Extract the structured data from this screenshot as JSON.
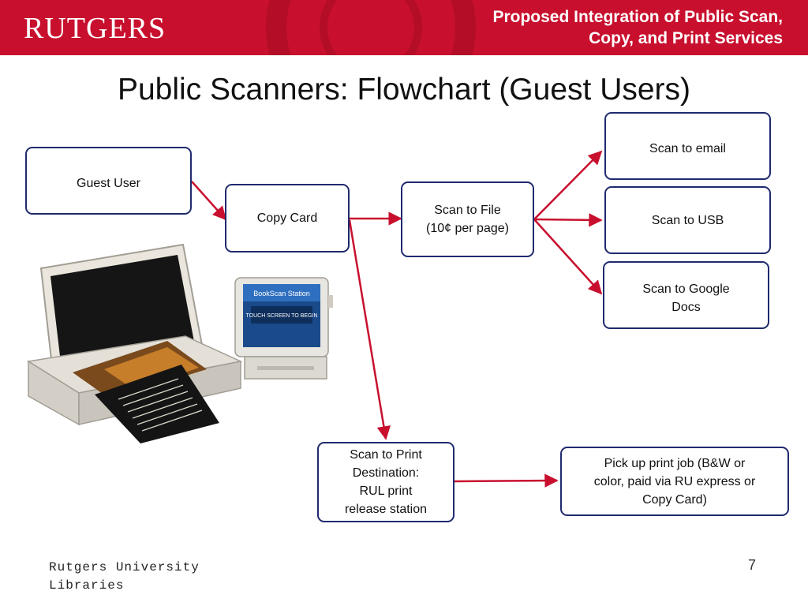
{
  "header": {
    "logo": "RUTGERS",
    "subtitle": "Proposed Integration of Public Scan, Copy, and Print Services"
  },
  "title": "Public Scanners: Flowchart (Guest Users)",
  "nodes": {
    "guest_user": "Guest User",
    "copy_card": "Copy Card",
    "scan_to_file": "Scan to File\n(10¢ per page)",
    "scan_to_email": "Scan to email",
    "scan_to_usb": "Scan to USB",
    "scan_to_google_docs": "Scan to Google\nDocs",
    "scan_to_print": "Scan to Print\nDestination:\nRUL print\nrelease station",
    "pick_up_print": "Pick up print job (B&W or\ncolor, paid via RU express or\nCopy Card)"
  },
  "kiosk_screen": {
    "brand": "BookScan Station",
    "touch_text": "TOUCH SCREEN TO BEGIN"
  },
  "colors": {
    "brand_red": "#c8102e",
    "arrow_red": "#c8102e",
    "node_border": "#1f2a6e"
  },
  "footer": {
    "org": "Rutgers University Libraries",
    "page_number": "7"
  }
}
